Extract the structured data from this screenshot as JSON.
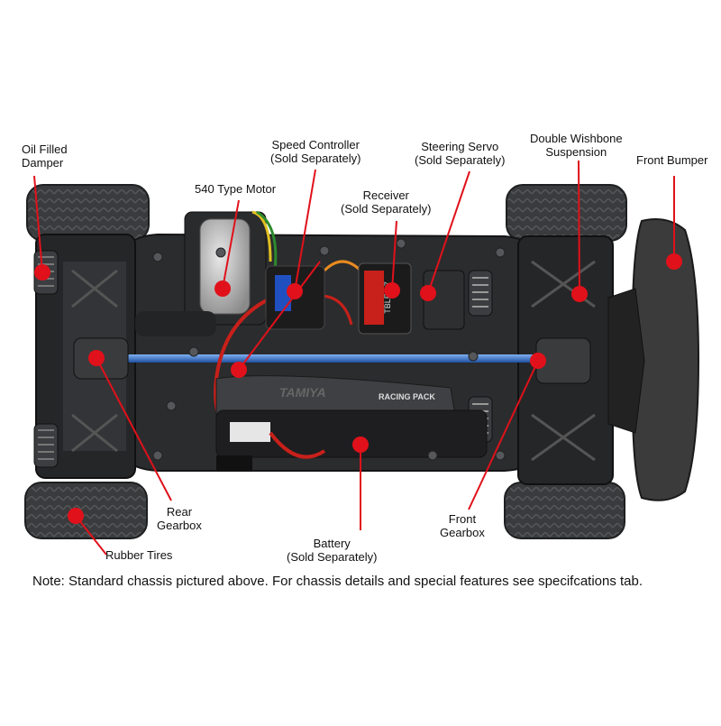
{
  "labels": {
    "oil_damper": [
      "Oil Filled",
      "Damper"
    ],
    "speed_controller": [
      "Speed Controller",
      "(Sold Separately)"
    ],
    "steering_servo": [
      "Steering Servo",
      "(Sold Separately)"
    ],
    "double_wishbone": [
      "Double Wishbone",
      "Suspension"
    ],
    "front_bumper": [
      "Front Bumper"
    ],
    "motor": [
      "540 Type Motor"
    ],
    "receiver": [
      "Receiver",
      "(Sold Separately)"
    ],
    "rear_gearbox": [
      "Rear",
      "Gearbox"
    ],
    "front_gearbox": [
      "Front",
      "Gearbox"
    ],
    "battery": [
      "Battery",
      "(Sold Separately)"
    ],
    "rubber_tires": [
      "Rubber Tires"
    ]
  },
  "chassis_print": {
    "brand": "TAMIYA",
    "pack": "RACING PACK",
    "receiver_model": "TBLE-07"
  },
  "note": "Note: Standard chassis pictured above. For chassis details and special features see specifcations tab.",
  "colors": {
    "callout": "#e0111a",
    "chassis": "#2b2c2e",
    "bumper": "#3a3a3a",
    "blue_shaft": "#2f6fd0"
  }
}
